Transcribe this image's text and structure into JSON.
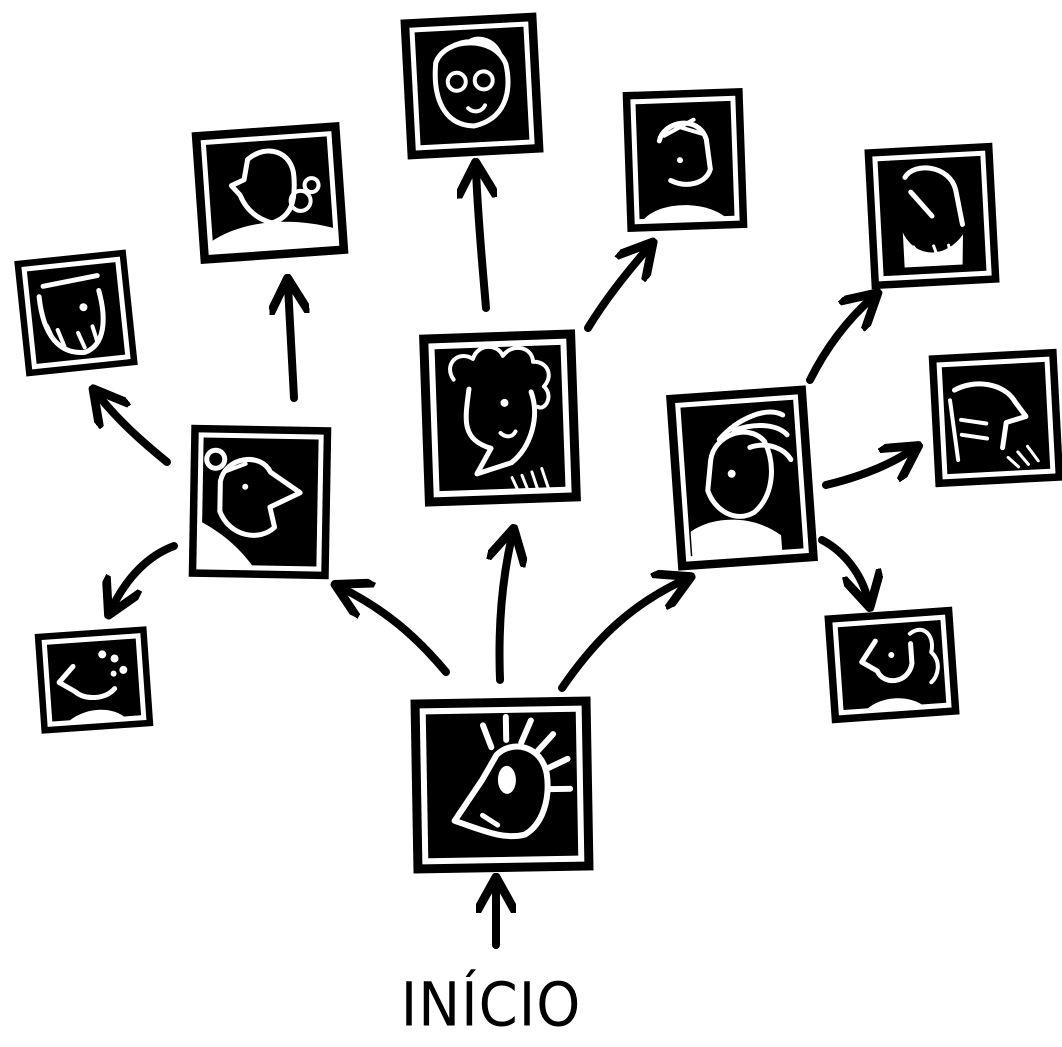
{
  "diagram": {
    "start_label": "INÍCIO",
    "colors": {
      "ink": "#000000",
      "paper": "#ffffff"
    },
    "nodes": [
      {
        "name": "portrait-start",
        "icon": "portrait-spiky-hair-icon"
      },
      {
        "name": "portrait-left-mid",
        "icon": "portrait-beanie-icon"
      },
      {
        "name": "portrait-center-mid",
        "icon": "portrait-curly-hair-icon"
      },
      {
        "name": "portrait-right-mid",
        "icon": "portrait-feather-hair-icon"
      },
      {
        "name": "portrait-far-left",
        "icon": "portrait-bearded-icon"
      },
      {
        "name": "portrait-left-top",
        "icon": "portrait-bun-hair-icon"
      },
      {
        "name": "portrait-bottom-left",
        "icon": "portrait-curly-small-icon"
      },
      {
        "name": "portrait-top-center",
        "icon": "portrait-glasses-icon"
      },
      {
        "name": "portrait-top-right",
        "icon": "portrait-side-part-icon"
      },
      {
        "name": "portrait-right-top",
        "icon": "portrait-long-beard-icon"
      },
      {
        "name": "portrait-right-middle",
        "icon": "portrait-profile-icon"
      },
      {
        "name": "portrait-bottom-right",
        "icon": "portrait-wavy-hair-icon"
      }
    ]
  }
}
